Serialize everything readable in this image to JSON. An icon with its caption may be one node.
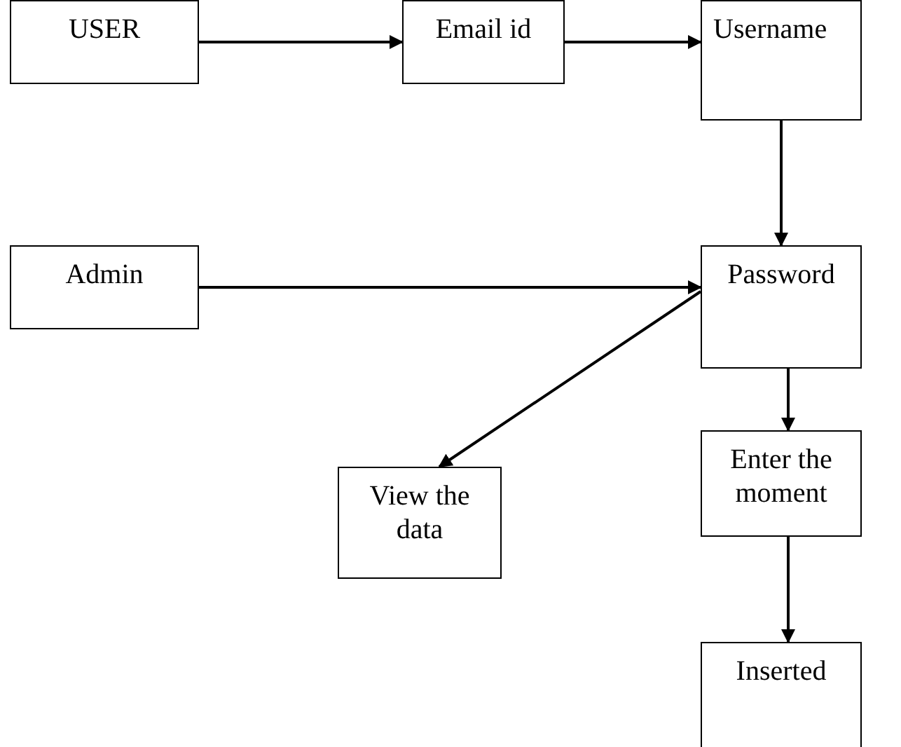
{
  "diagram": {
    "nodes": [
      {
        "text": [
          "USER"
        ]
      },
      {
        "text": [
          "Email id"
        ]
      },
      {
        "text": [
          "Username"
        ]
      },
      {
        "text": [
          "Admin"
        ]
      },
      {
        "text": [
          "Password"
        ]
      },
      {
        "text": [
          "View the data"
        ]
      },
      {
        "text": [
          "Enter the moment"
        ]
      },
      {
        "text": [
          "Inserted"
        ]
      }
    ],
    "edges": [
      {
        "from": 0,
        "to": 1,
        "arrow": "to"
      },
      {
        "from": 1,
        "to": 2,
        "arrow": "to"
      },
      {
        "from": 2,
        "to": 4,
        "arrow": "to"
      },
      {
        "from": 3,
        "to": 4,
        "arrow": "to"
      },
      {
        "from": 4,
        "to": 5,
        "arrow": "to"
      },
      {
        "from": 4,
        "to": 6,
        "arrow": "to"
      },
      {
        "from": 6,
        "to": 7,
        "arrow": "to"
      }
    ]
  }
}
